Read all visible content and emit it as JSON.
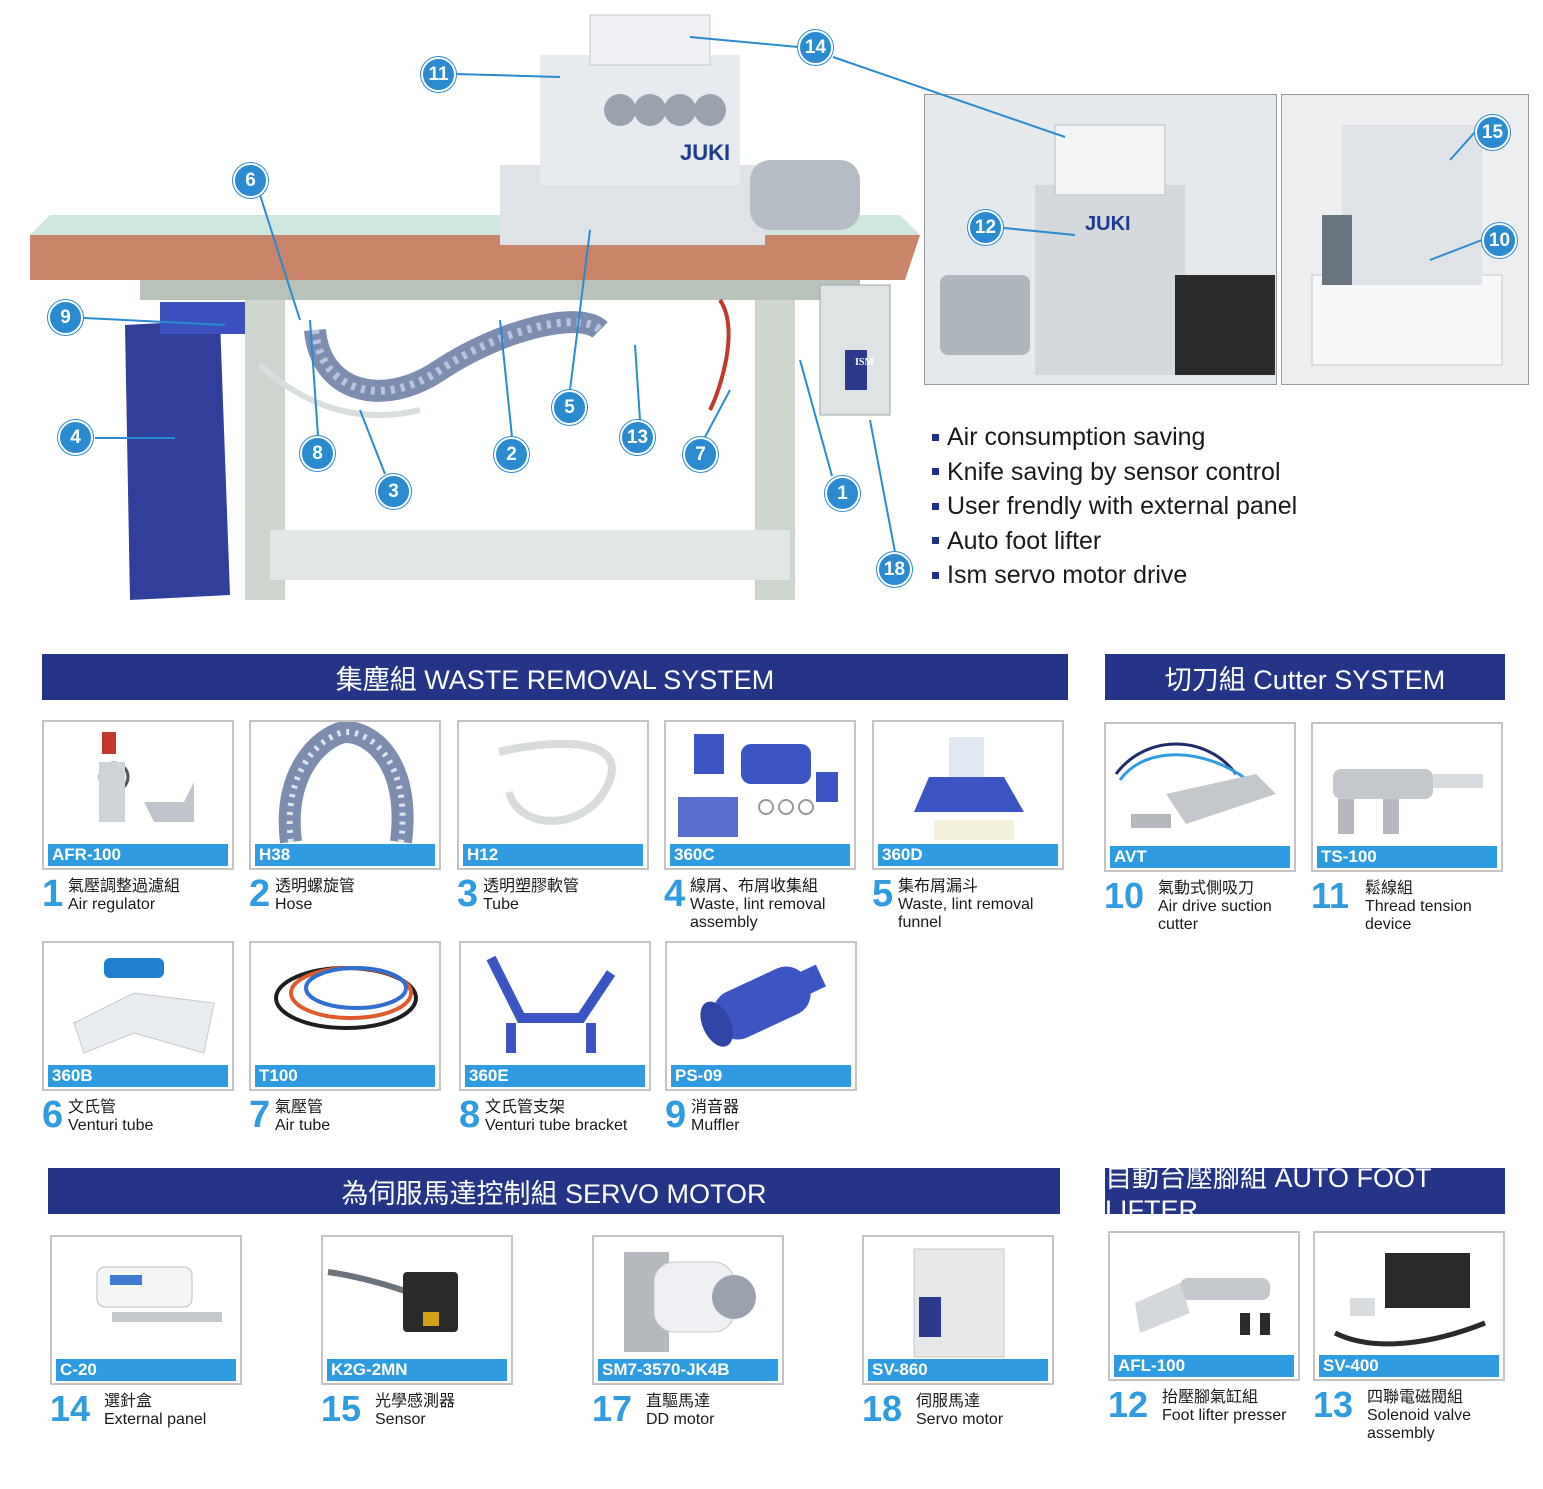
{
  "hero": {
    "callouts": [
      "14",
      "11",
      "6",
      "9",
      "4",
      "8",
      "3",
      "2",
      "5",
      "13",
      "7",
      "1",
      "18",
      "12",
      "15",
      "10"
    ],
    "features": [
      "Air consumption saving",
      "Knife saving by sensor control",
      "User frendly with external panel",
      "Auto foot lifter",
      "Ism servo motor drive"
    ],
    "machine_brand": "JUKI",
    "controller_brand": "ISM"
  },
  "sections": {
    "waste": "集塵組 WASTE REMOVAL SYSTEM",
    "cutter": "切刀組 Cutter SYSTEM",
    "servo": "為伺服馬達控制組 SERVO MOTOR",
    "foot": "自動台壓腳組 AUTO FOOT LIFTER"
  },
  "products": [
    {
      "model": "AFR-100",
      "num": "1",
      "zh": "氣壓調整過濾組",
      "en": "Air regulator"
    },
    {
      "model": "H38",
      "num": "2",
      "zh": "透明螺旋管",
      "en": "Hose"
    },
    {
      "model": "H12",
      "num": "3",
      "zh": "透明塑膠軟管",
      "en": "Tube"
    },
    {
      "model": "360C",
      "num": "4",
      "zh": "線屑、布屑收集組",
      "en": "Waste, lint removal assembly"
    },
    {
      "model": "360D",
      "num": "5",
      "zh": "集布屑漏斗",
      "en": "Waste, lint removal funnel"
    },
    {
      "model": "AVT",
      "num": "10",
      "zh": "氣動式側吸刀",
      "en": "Air drive suction cutter"
    },
    {
      "model": "TS-100",
      "num": "11",
      "zh": "鬆線組",
      "en": "Thread tension device"
    },
    {
      "model": "360B",
      "num": "6",
      "zh": "文氏管",
      "en": "Venturi tube"
    },
    {
      "model": "T100",
      "num": "7",
      "zh": "氣壓管",
      "en": "Air tube"
    },
    {
      "model": "360E",
      "num": "8",
      "zh": "文氏管支架",
      "en": "Venturi tube bracket"
    },
    {
      "model": "PS-09",
      "num": "9",
      "zh": "消音器",
      "en": "Muffler"
    },
    {
      "model": "C-20",
      "num": "14",
      "zh": "選針盒",
      "en": "External panel"
    },
    {
      "model": "K2G-2MN",
      "num": "15",
      "zh": "光學感測器",
      "en": "Sensor"
    },
    {
      "model": "SM7-3570-JK4B",
      "num": "17",
      "zh": "直驅馬達",
      "en": "DD motor"
    },
    {
      "model": "SV-860",
      "num": "18",
      "zh": "伺服馬達",
      "en": "Servo motor"
    },
    {
      "model": "AFL-100",
      "num": "12",
      "zh": "抬壓腳氣缸組",
      "en": "Foot lifter presser"
    },
    {
      "model": "SV-400",
      "num": "13",
      "zh": "四聯電磁閥組",
      "en": "Solenoid valve assembly"
    }
  ],
  "colors": {
    "banner": "#243588",
    "model_bar": "#2f9be0",
    "callout": "#2a8bd0",
    "product_blue": "#3b55c4"
  }
}
